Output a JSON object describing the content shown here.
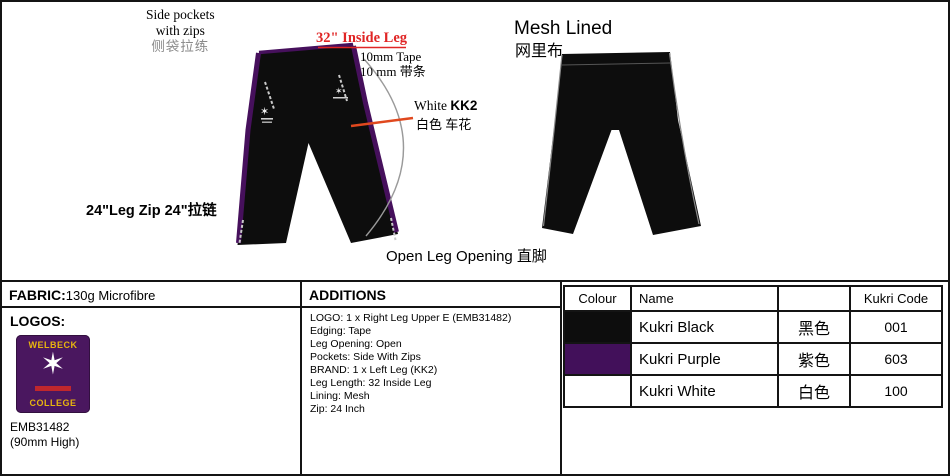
{
  "annotations": {
    "side_pockets": [
      "Side pockets",
      "with zips",
      "侧袋拉练"
    ],
    "inside_leg": "32\" Inside Leg",
    "tape": [
      "10mm Tape",
      "10 mm 带条"
    ],
    "white_label": "White",
    "white_code": "KK2",
    "white_zh": "白色  车花",
    "mesh_lined": "Mesh Lined",
    "mesh_lined_zh": "网里布",
    "leg_zip": "24\"Leg Zip 24\"拉链",
    "open_leg": "Open Leg Opening 直脚"
  },
  "fabric": {
    "label": "FABRIC:",
    "value": "130g Microfibre"
  },
  "logos": {
    "label": "LOGOS:",
    "badge_top": "WELBECK",
    "badge_bottom": "COLLEGE",
    "code": "EMB31482",
    "height": "(90mm High)"
  },
  "additions": {
    "title": "ADDITIONS",
    "items": [
      "LOGO: 1 x Right Leg Upper E (EMB31482)",
      "Edging: Tape",
      "Leg Opening: Open",
      "Pockets: Side With Zips",
      "BRAND: 1 x Left Leg (KK2)",
      "Leg Length: 32 Inside Leg",
      "Lining: Mesh",
      "Zip: 24 Inch"
    ]
  },
  "colour_table": {
    "header_colour": "Colour",
    "header_name": "Name",
    "header_code": "Kukri Code",
    "rows": [
      {
        "name": "Kukri Black",
        "zh": "黑色",
        "code": "001",
        "swatch": "#0d0d0d"
      },
      {
        "name": "Kukri Purple",
        "zh": "紫色",
        "code": "603",
        "swatch": "#42105a"
      },
      {
        "name": "Kukri White",
        "zh": "白色",
        "code": "100",
        "swatch": "#ffffff"
      }
    ]
  },
  "colors": {
    "garment_black": "#0d0d0d",
    "trim_purple": "#46105c",
    "accent_red": "#e02525",
    "pointer_orange": "#e0481e"
  }
}
